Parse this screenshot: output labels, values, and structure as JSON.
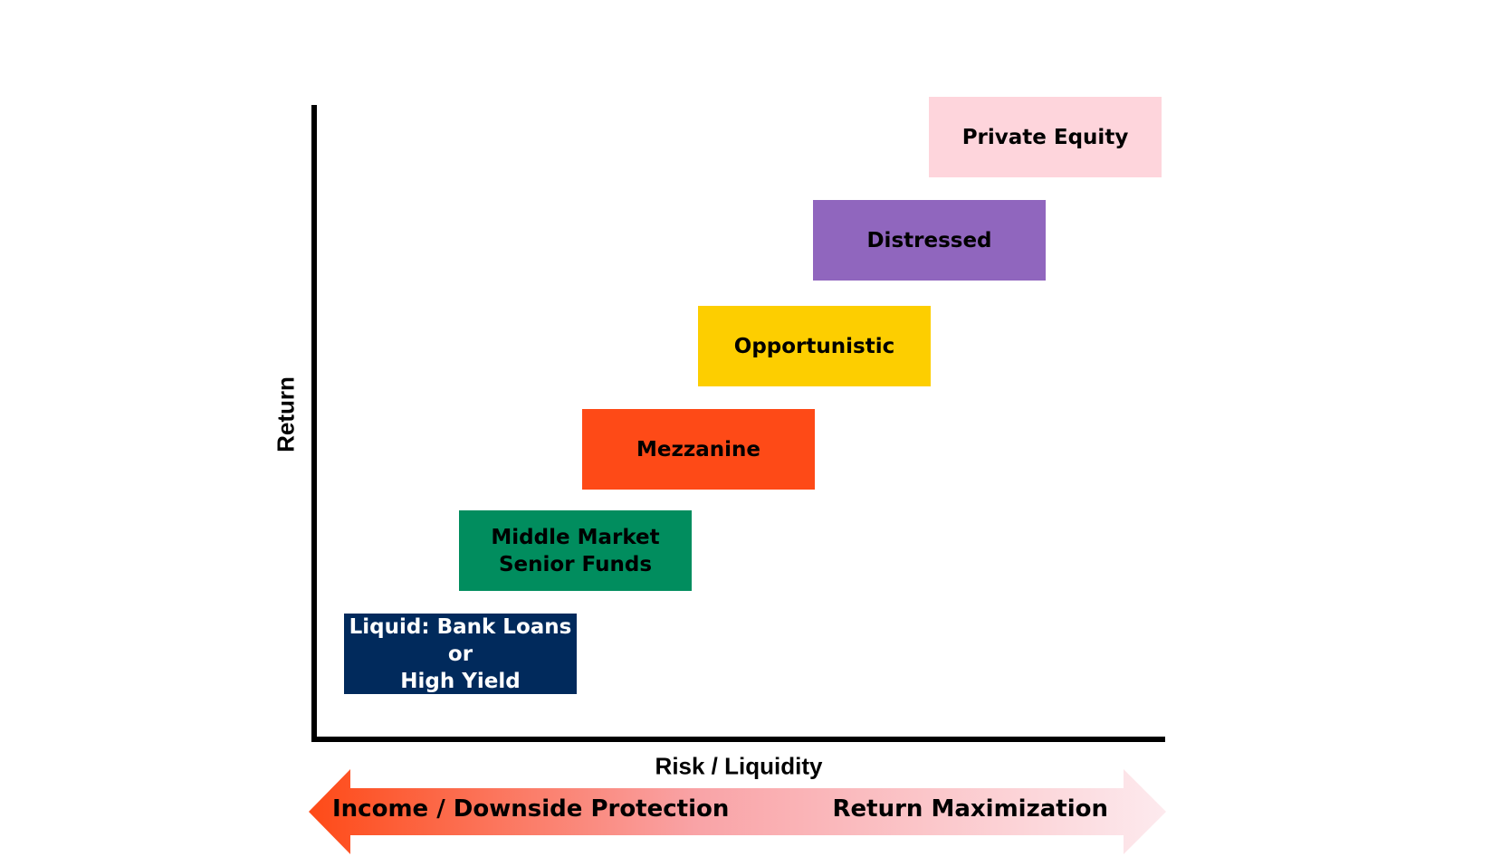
{
  "axes": {
    "y_label": "Return",
    "x_label": "Risk / Liquidity"
  },
  "steps": [
    {
      "lines": [
        "Liquid: Bank Loans",
        "or",
        "High Yield"
      ],
      "color": "#012A5C",
      "text_color": "#ffffff"
    },
    {
      "lines": [
        "Middle Market",
        "Senior Funds"
      ],
      "color": "#018D5E",
      "text_color": "#000000"
    },
    {
      "lines": [
        "Mezzanine"
      ],
      "color": "#FE4A17",
      "text_color": "#000000"
    },
    {
      "lines": [
        "Opportunistic"
      ],
      "color": "#FDCE00",
      "text_color": "#000000"
    },
    {
      "lines": [
        "Distressed"
      ],
      "color": "#9066BE",
      "text_color": "#000000"
    },
    {
      "lines": [
        "Private Equity"
      ],
      "color": "#FED5DC",
      "text_color": "#000000"
    }
  ],
  "arrow": {
    "left_label": "Income / Downside Protection",
    "right_label": "Return Maximization",
    "gradient_start": "#FE4A17",
    "gradient_end": "#FDEAEE"
  }
}
